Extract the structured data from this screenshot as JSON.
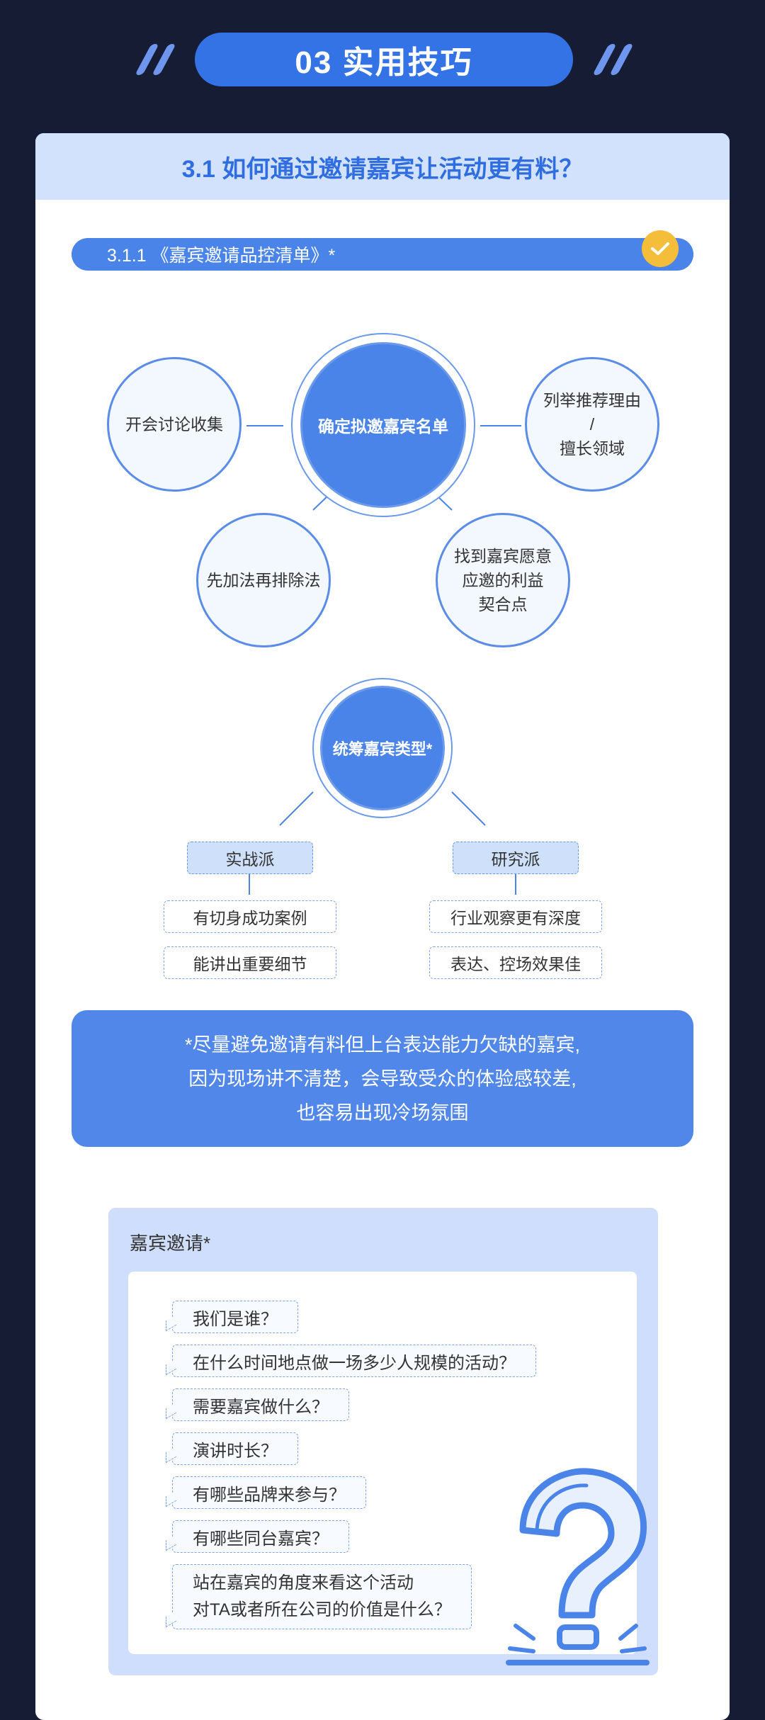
{
  "header": {
    "title": "03 实用技巧"
  },
  "section": {
    "title": "3.1 如何通过邀请嘉宾让活动更有料？",
    "sub_title": "3.1.1 《嘉宾邀请品控清单》*"
  },
  "mindmap": {
    "center": "确定拟邀嘉宾名单",
    "nodes": {
      "discuss": "开会讨论收集",
      "reason_line1": "列举推荐理由",
      "reason_line2": "/",
      "reason_line3": "擅长领域",
      "addsub": "先加法再排除法",
      "fit_line1": "找到嘉宾愿意",
      "fit_line2": "应邀的利益",
      "fit_line3": "契合点"
    }
  },
  "types": {
    "center": "统筹嘉宾类型*",
    "practical": {
      "label": "实战派",
      "items": [
        "有切身成功案例",
        "能讲出重要细节"
      ]
    },
    "research": {
      "label": "研究派",
      "items": [
        "行业观察更有深度",
        "表达、控场效果佳"
      ]
    }
  },
  "note": {
    "line1": "*尽量避免邀请有料但上台表达能力欠缺的嘉宾,",
    "line2": "因为现场讲不清楚，会导致受众的体验感较差,",
    "line3": "也容易出现冷场氛围"
  },
  "invitation": {
    "title": "嘉宾邀请*",
    "questions": [
      "我们是谁？",
      "在什么时间地点做一场多少人规模的活动？",
      "需要嘉宾做什么？",
      "演讲时长？",
      "有哪些品牌来参与？",
      "有哪些同台嘉宾？"
    ],
    "last_line1": "站在嘉宾的角度来看这个活动",
    "last_line2": "对TA或者所在公司的价值是什么？"
  },
  "colors": {
    "background": "#171c35",
    "accent": "#3373e6",
    "light": "#d2e2fd",
    "badge": "#f5be3a"
  },
  "icons": [
    "check-icon",
    "question-mark-icon"
  ]
}
